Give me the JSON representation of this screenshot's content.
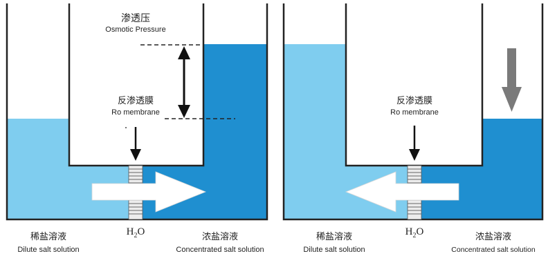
{
  "left_panel": {
    "pressure_cn": "渗透压",
    "pressure_en": "Osmotic Pressure",
    "membrane_cn": "反渗透膜",
    "membrane_en": "Ro membrane",
    "water_label": "H",
    "water_sub": "2",
    "water_tail": "O",
    "dilute_cn": "稀盐溶液",
    "dilute_en": "Dilute salt solution",
    "conc_cn": "浓盐溶液",
    "conc_en": "Concentrated salt solution"
  },
  "right_panel": {
    "membrane_cn": "反渗透膜",
    "membrane_en": "Ro membrane",
    "water_label": "H",
    "water_sub": "2",
    "water_tail": "O",
    "dilute_cn": "稀盐溶液",
    "dilute_en": "Dilute salt solution",
    "conc_cn": "浓盐溶液",
    "conc_en": "Concentrated salt solution"
  },
  "colors": {
    "dilute": "#7fcdef",
    "concentrated": "#1f8fd0",
    "outline": "#222222",
    "arrow_flow": "#ffffff",
    "pressure_arrow": "#7a7a7a"
  }
}
